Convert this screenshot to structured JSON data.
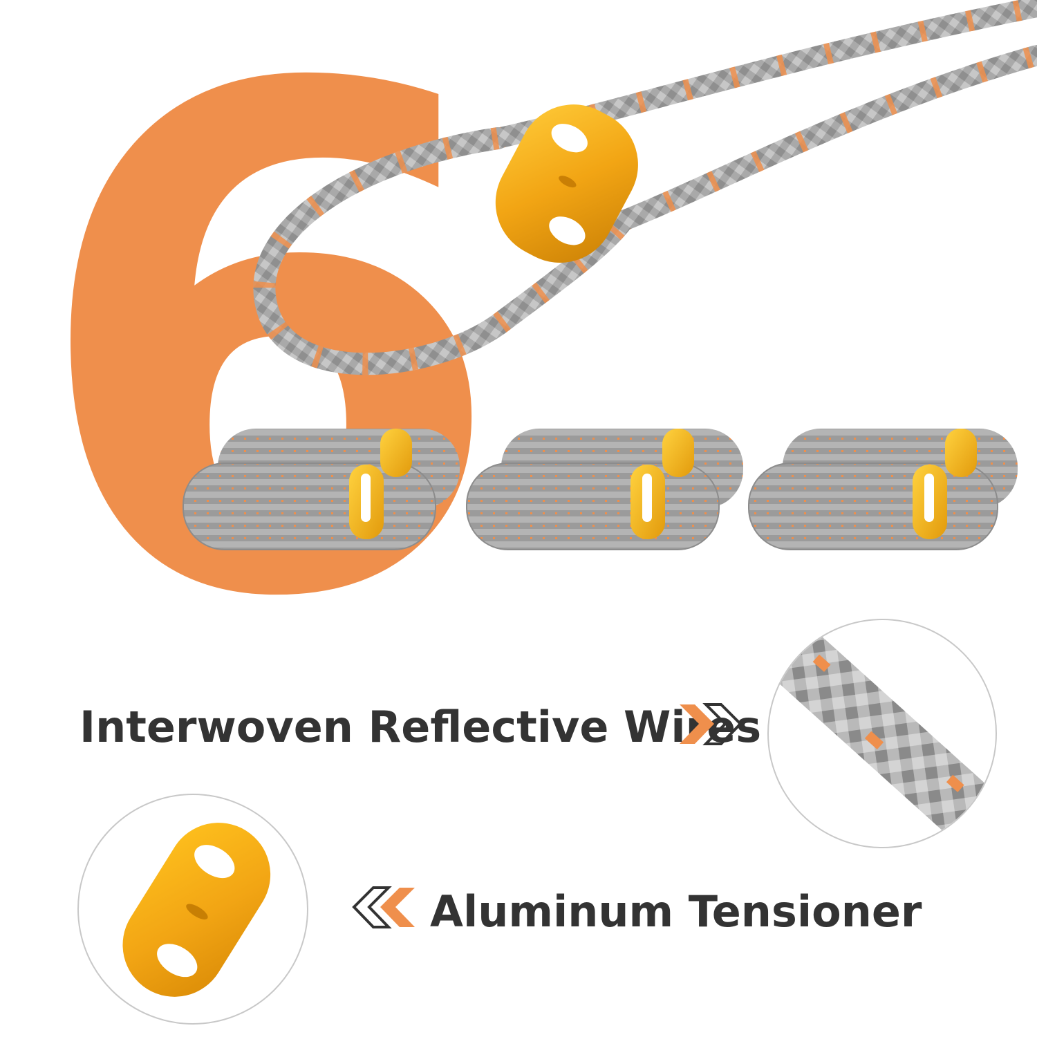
{
  "hero": {
    "count": "6"
  },
  "features": {
    "wires_label": "Interwoven Reflective Wires",
    "tensioner_label": "Aluminum Tensioner"
  },
  "colors": {
    "accent_orange": "#ef8f4c",
    "rope_gray": "#a8a8a8",
    "tensioner_gold": "#f2a514",
    "arrow_outline": "#333333"
  },
  "icons": {
    "wires_arrow": "double-chevron-right-icon",
    "tensioner_arrow": "double-chevron-left-icon"
  }
}
